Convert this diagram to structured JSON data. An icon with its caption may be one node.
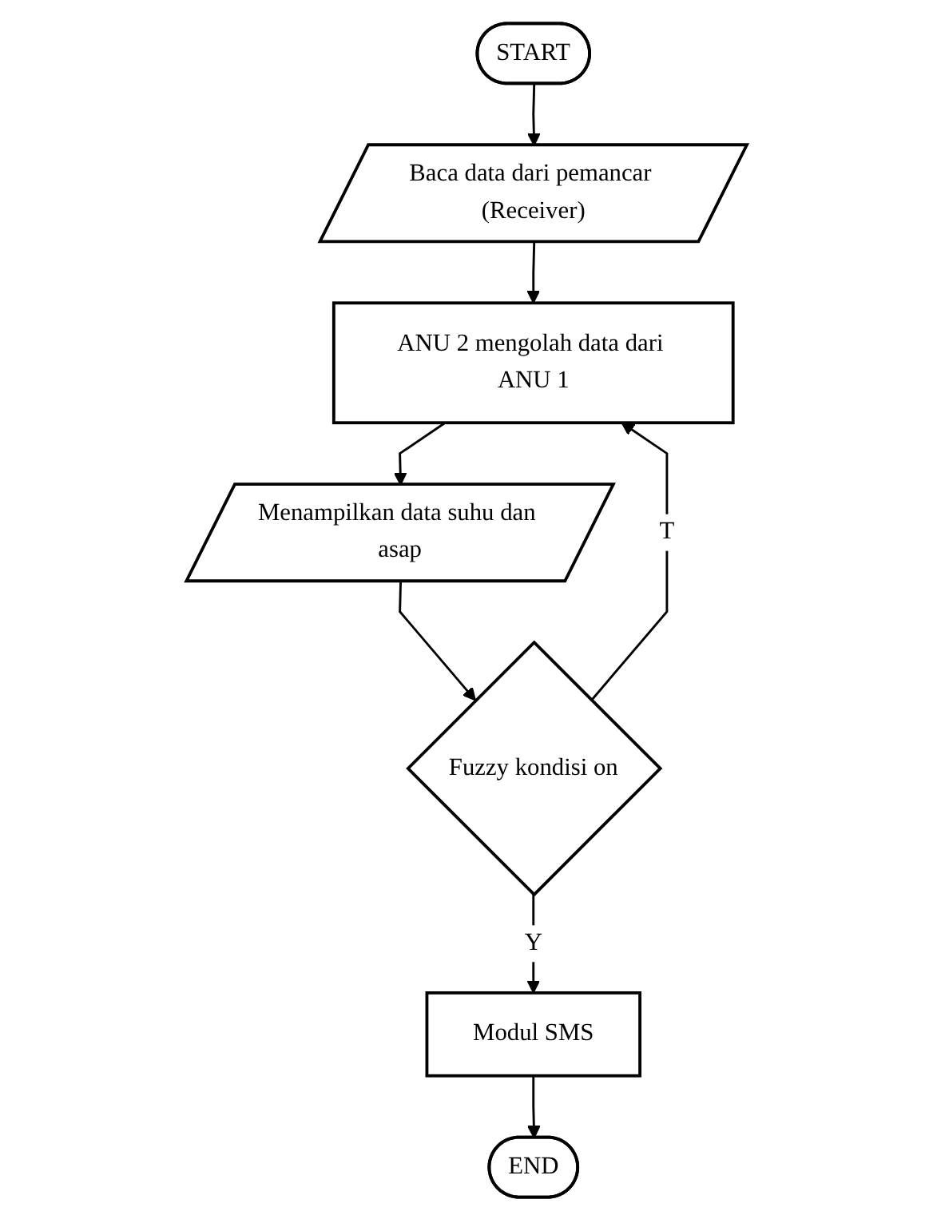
{
  "diagram": {
    "nodes": [
      {
        "text": [
          "START"
        ]
      },
      {
        "text": [
          "Baca data dari pemancar (Receiver)"
        ]
      },
      {
        "text": [
          "ANU 2 mengolah data dari ANU 1"
        ]
      },
      {
        "text": [
          "Menampilkan data suhu dan asap"
        ]
      },
      {
        "text": [
          "Fuzzy kondisi on"
        ]
      },
      {
        "text": [
          "Modul SMS"
        ]
      },
      {
        "text": [
          "END"
        ]
      }
    ],
    "edges": [
      {
        "from": 0,
        "to": 1,
        "arrow": "to"
      },
      {
        "from": 1,
        "to": 2,
        "arrow": "to"
      },
      {
        "from": 2,
        "to": 3,
        "arrow": "to"
      },
      {
        "from": 3,
        "to": 4,
        "arrow": "to"
      },
      {
        "from": 4,
        "to": 2,
        "arrow": "to",
        "label": "T"
      },
      {
        "from": 4,
        "to": 5,
        "arrow": "to",
        "label": "Y"
      },
      {
        "from": 5,
        "to": 6,
        "arrow": "to"
      }
    ]
  }
}
